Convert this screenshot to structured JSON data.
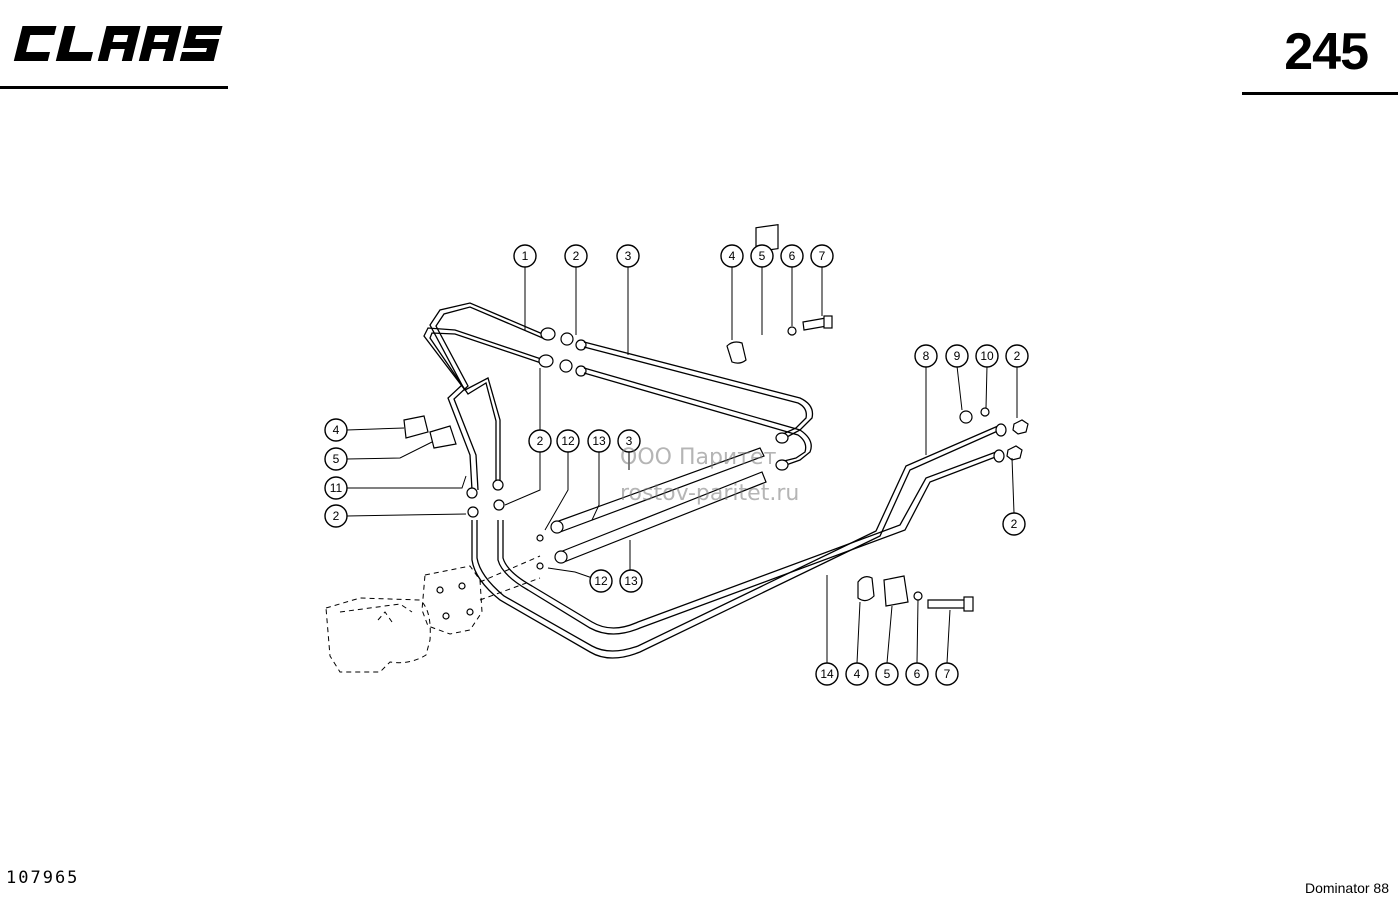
{
  "header": {
    "brand": "CLAAS",
    "page_number": "245"
  },
  "footer": {
    "document_number": "107965",
    "model": "Dominator 88"
  },
  "watermark": {
    "line1": "ООО Паритет",
    "line2": "rostov-paritet.ru"
  },
  "callouts": [
    {
      "label": "1"
    },
    {
      "label": "2"
    },
    {
      "label": "3"
    },
    {
      "label": "4"
    },
    {
      "label": "5"
    },
    {
      "label": "6"
    },
    {
      "label": "7"
    },
    {
      "label": "8"
    },
    {
      "label": "9"
    },
    {
      "label": "10"
    },
    {
      "label": "2"
    },
    {
      "label": "2"
    },
    {
      "label": "12"
    },
    {
      "label": "13"
    },
    {
      "label": "3"
    },
    {
      "label": "4"
    },
    {
      "label": "5"
    },
    {
      "label": "11"
    },
    {
      "label": "2"
    },
    {
      "label": "2"
    },
    {
      "label": "12"
    },
    {
      "label": "13"
    },
    {
      "label": "14"
    },
    {
      "label": "4"
    },
    {
      "label": "5"
    },
    {
      "label": "6"
    },
    {
      "label": "7"
    }
  ]
}
